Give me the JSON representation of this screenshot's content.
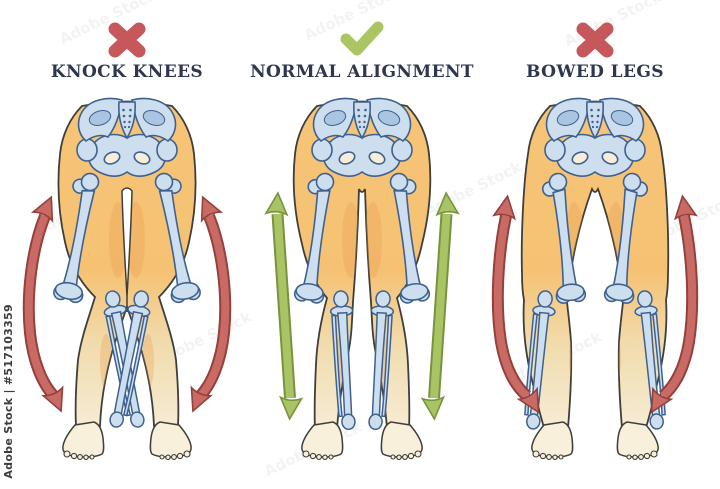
{
  "watermark": {
    "side_text": "Adobe Stock | #517103359",
    "ghost_text": "Adobe Stock"
  },
  "panels": [
    {
      "title": "KNOCK KNEES",
      "status": "incorrect",
      "icon": "x-mark",
      "variant": "knock-knees",
      "arrow_shape": "curved-double-arrow-bowing-outward",
      "arrow_color": "#c96a64"
    },
    {
      "title": "NORMAL ALIGNMENT",
      "status": "correct",
      "icon": "check-mark",
      "variant": "normal-alignment",
      "arrow_shape": "straight-double-arrow",
      "arrow_color": "#a9c464"
    },
    {
      "title": "BOWED LEGS",
      "status": "incorrect",
      "icon": "x-mark",
      "variant": "bowed-legs",
      "arrow_shape": "curved-double-arrow-bowing-inward",
      "arrow_color": "#c96a64"
    }
  ],
  "colors": {
    "background": "#ffffff",
    "title_text": "#2e3650",
    "incorrect_red": "#c6585b",
    "correct_green": "#abc562",
    "skin": "#f6c173",
    "skin_lower": "#f6ead0",
    "bone_fill": "#cddeef",
    "bone_outline": "#3e618f",
    "body_outline": "#3f3e3a",
    "foot_fill": "#f8f0da"
  }
}
